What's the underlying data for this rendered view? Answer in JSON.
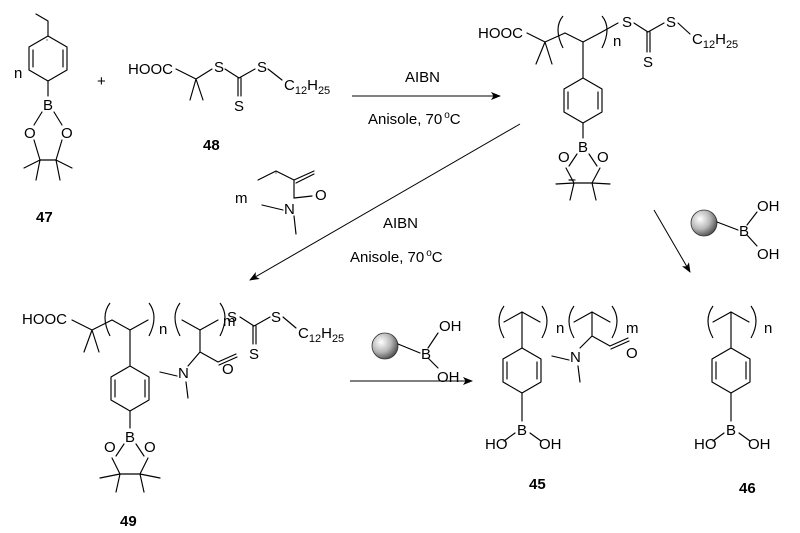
{
  "compounds": {
    "c47": {
      "label": "47",
      "repeat": "n"
    },
    "c48": {
      "label": "48",
      "acid": "HOOC",
      "s1": "S",
      "s2": "S",
      "s3": "S",
      "chain": "C",
      "chain_sub1": "12",
      "chain_h": "H",
      "chain_sub2": "25"
    },
    "c49": {
      "label": "49",
      "acid": "HOOC",
      "rep_n": "n",
      "rep_m": "m",
      "s1": "S",
      "s2": "S",
      "s3": "S",
      "chain": "C",
      "chain_sub1": "12",
      "chain_h": "H",
      "chain_sub2": "25",
      "n_atom": "N",
      "o_atom": "O"
    },
    "c45": {
      "label": "45",
      "rep_n": "n",
      "rep_m": "m",
      "n_atom": "N",
      "o_atom": "O",
      "oh_left": "HO",
      "oh_right": "OH",
      "b_atom": "B"
    },
    "c46": {
      "label": "46",
      "rep_n": "n",
      "oh_left": "HO",
      "oh_right": "OH",
      "b_atom": "B"
    },
    "poly1": {
      "acid": "HOOC",
      "rep_n": "n",
      "s1": "S",
      "s2": "S",
      "s3": "S",
      "chain": "C",
      "chain_sub1": "12",
      "chain_h": "H",
      "chain_sub2": "25"
    },
    "dma": {
      "repeat": "m",
      "n_atom": "N",
      "o_atom": "O"
    },
    "pinacol": {
      "b_atom": "B",
      "o_atom": "O"
    },
    "bead": {
      "b_atom": "B",
      "oh": "OH"
    }
  },
  "reactions": {
    "step1": {
      "reagent": "AIBN",
      "conditions": "Anisole, 70",
      "deg": "o",
      "unit": "C"
    },
    "step2": {
      "reagent": "AIBN",
      "conditions": "Anisole, 70",
      "deg": "o",
      "unit": "C"
    },
    "plus": "+"
  }
}
